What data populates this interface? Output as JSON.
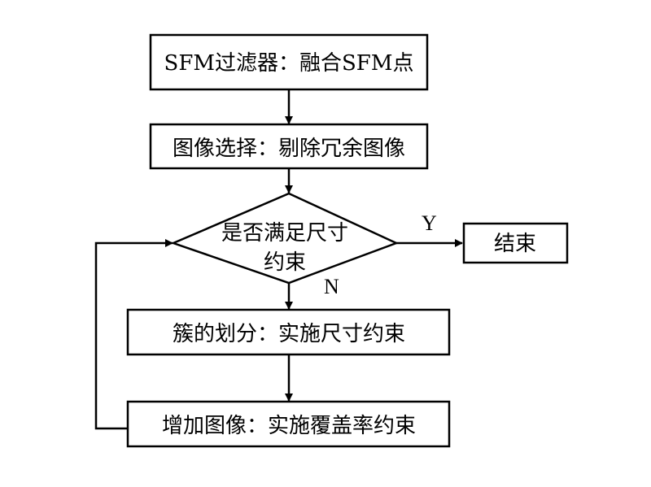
{
  "diagram": {
    "nodes": {
      "sfm_filter": "SFM过滤器：融合SFM点",
      "image_select": "图像选择：剔除冗余图像",
      "decision_line1": "是否满足尺寸",
      "decision_line2": "约束",
      "end": "结束",
      "cluster_divide": "簇的划分：实施尺寸约束",
      "add_image": "增加图像：实施覆盖率约束"
    },
    "edge_labels": {
      "yes": "Y",
      "no": "N"
    },
    "colors": {
      "stroke": "#000000",
      "fill": "#ffffff"
    }
  }
}
